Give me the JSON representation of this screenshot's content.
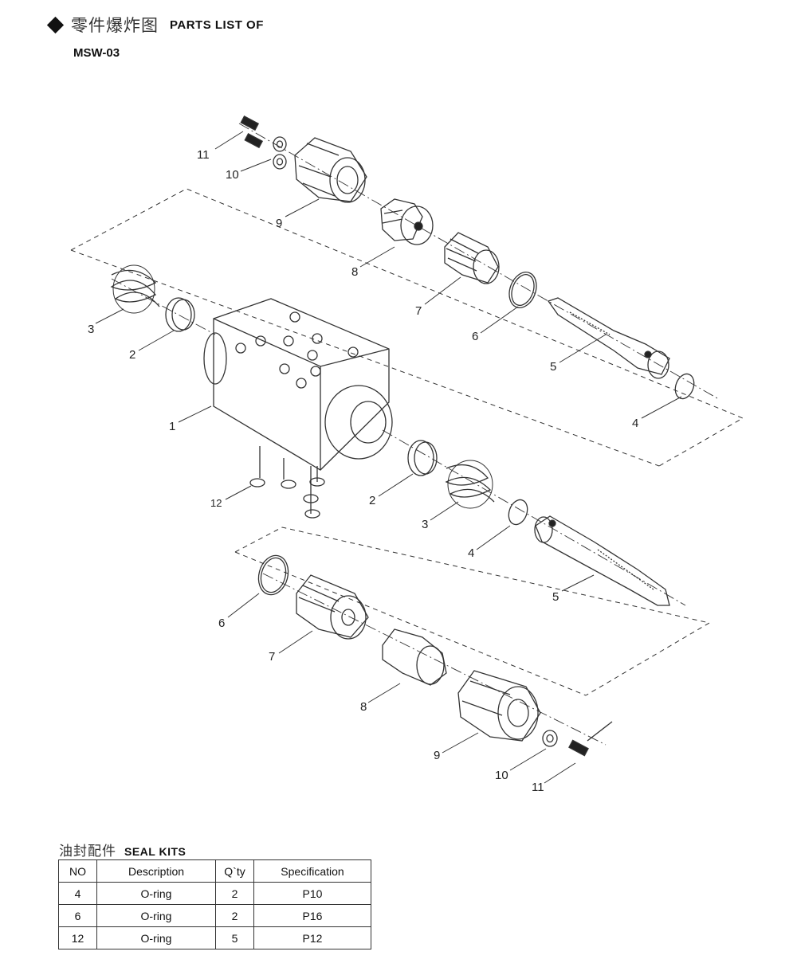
{
  "header": {
    "title_cn": "零件爆炸图",
    "title_en": "PARTS LIST OF",
    "model": "MSW-03"
  },
  "diagram": {
    "callouts": [
      "11",
      "10",
      "9",
      "8",
      "7",
      "6",
      "5",
      "4",
      "3",
      "2",
      "1",
      "12",
      "2",
      "3",
      "4",
      "5",
      "6",
      "7",
      "8",
      "9",
      "10",
      "11"
    ]
  },
  "seal_kits": {
    "title_cn": "油封配件",
    "title_en": "SEAL KITS",
    "columns": [
      "NO",
      "Description",
      "Q`ty",
      "Specification"
    ],
    "rows": [
      {
        "no": "4",
        "description": "O-ring",
        "qty": "2",
        "spec": "P10"
      },
      {
        "no": "6",
        "description": "O-ring",
        "qty": "2",
        "spec": "P16"
      },
      {
        "no": "12",
        "description": "O-ring",
        "qty": "5",
        "spec": "P12"
      }
    ]
  }
}
